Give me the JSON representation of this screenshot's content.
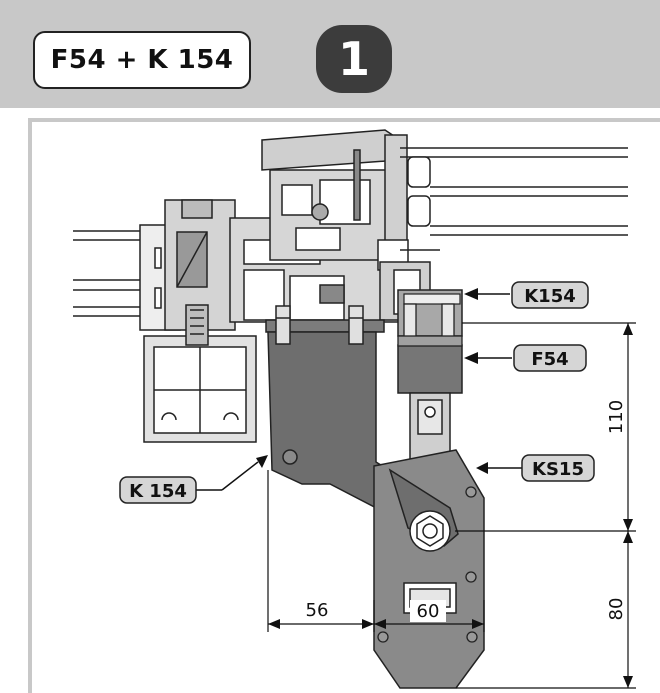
{
  "header": {
    "title": "F54 + K 154",
    "step_number": "1",
    "background": "#c8c8c8",
    "badge_color": "#3c3c3c"
  },
  "labels": {
    "k154_top": "K154",
    "f54": "F54",
    "ks15": "KS15",
    "k154_left": "K 154"
  },
  "dimensions": {
    "d110": "110",
    "d80": "80",
    "d56": "56",
    "d60": "60"
  },
  "colors": {
    "label_fill": "#d6d6d6",
    "bracket_fill": "#6e6e6e",
    "part_fill": "#7a7a7a",
    "light_part_fill": "#a8a8a8",
    "profile_line": "#222222"
  }
}
